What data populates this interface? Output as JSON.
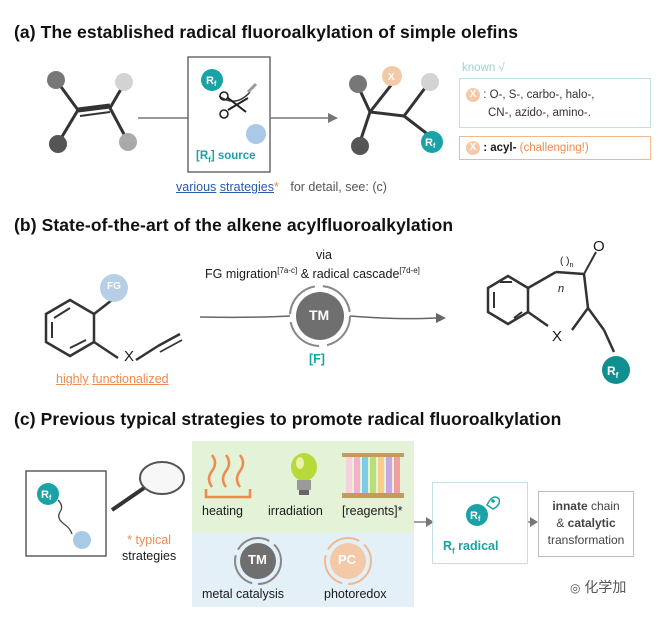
{
  "sections": {
    "a": {
      "title": "(a)  The established radical fluoroalkylation of simple olefins",
      "rf": "R",
      "rf_sub": "f",
      "source_label_pre": "[R",
      "source_label_sub": "f",
      "source_label_post": "] source",
      "various": "various",
      "strategies": "strategies",
      "star": "*",
      "detail": "for detail, see: (c)",
      "known": "known √",
      "x_letter": "X",
      "known_line1": ": O-, S-, carbo-, halo-,",
      "known_line2": "CN-, azido-, amino-.",
      "acyl_bold": ": acyl-",
      "acyl_challenging": "(challenging!)"
    },
    "b": {
      "title": "(b)  State-of-the-art of the alkene acylfluoroalkylation",
      "fg": "FG",
      "x": "X",
      "via": "via",
      "fg_migration": "FG migration",
      "ref1": "[7a-c]",
      "cascade": " & radical cascade",
      "ref2": "[7d-e]",
      "tm": "TM",
      "f_label": "[F]",
      "highly": "highly",
      "functionalized": "functionalized",
      "n": "n",
      "o": "O",
      "paren_sub": "( )",
      "paren_n": "n"
    },
    "c": {
      "title": "(c)  Previous typical strategies to promote radical fluoroalkylation",
      "star_typical": "* typical",
      "strategies": "strategies",
      "heating": "heating",
      "irradiation": "irradiation",
      "reagents": "[reagents]*",
      "tm": "TM",
      "pc": "PC",
      "metal": "metal catalysis",
      "photoredox": "photoredox",
      "rf_radical_pre": "R",
      "rf_radical_sub": "f",
      "rf_radical_post": " radical",
      "innate": "innate",
      "chain": " chain",
      "amp": "& ",
      "catalytic": "catalytic",
      "transformation": "transformation"
    }
  },
  "watermark": "化学加",
  "colors": {
    "teal": "#1aa3a6",
    "orange": "#ef8a4f",
    "gray_dark": "#555555",
    "gray_light": "#d0d0d0",
    "blue_light": "#a9c9e6",
    "green_bg": "#e4f3d7",
    "blue_bg": "#e3f0f8"
  }
}
